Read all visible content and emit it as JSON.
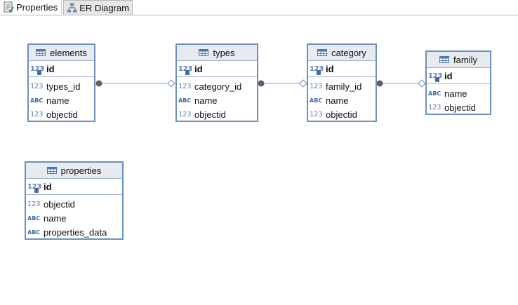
{
  "tabs": [
    {
      "label": "Properties",
      "icon": "properties-icon",
      "active": false
    },
    {
      "label": "ER Diagram",
      "icon": "er-diagram-icon",
      "active": true
    }
  ],
  "icons": {
    "table": "table-icon",
    "numeric": "numeric-type-icon",
    "text": "text-type-icon",
    "primary_key": "primary-key-icon"
  },
  "type_glyphs": {
    "numeric": "123",
    "text": "ABC"
  },
  "colors": {
    "entity_border": "#6f90b8",
    "entity_header": "#e7eaef",
    "connector": "#8aa3c2",
    "fk_dot": "#5a5f68"
  },
  "entities": {
    "elements": {
      "name": "elements",
      "pk": "id",
      "columns": [
        {
          "name": "types_id",
          "type": "numeric"
        },
        {
          "name": "name",
          "type": "text"
        },
        {
          "name": "objectid",
          "type": "numeric"
        }
      ]
    },
    "types": {
      "name": "types",
      "pk": "id",
      "columns": [
        {
          "name": "category_id",
          "type": "numeric"
        },
        {
          "name": "name",
          "type": "text"
        },
        {
          "name": "objectid",
          "type": "numeric"
        }
      ]
    },
    "category": {
      "name": "category",
      "pk": "id",
      "columns": [
        {
          "name": "family_id",
          "type": "numeric"
        },
        {
          "name": "name",
          "type": "text"
        },
        {
          "name": "objectid",
          "type": "numeric"
        }
      ]
    },
    "family": {
      "name": "family",
      "pk": "id",
      "columns": [
        {
          "name": "name",
          "type": "text"
        },
        {
          "name": "objectid",
          "type": "numeric"
        }
      ]
    },
    "properties": {
      "name": "properties",
      "pk": "id",
      "columns": [
        {
          "name": "objectid",
          "type": "numeric"
        },
        {
          "name": "name",
          "type": "text"
        },
        {
          "name": "properties_data",
          "type": "text"
        }
      ]
    }
  },
  "relationships": [
    {
      "from": "elements.types_id",
      "to": "types.id"
    },
    {
      "from": "types.category_id",
      "to": "category.id"
    },
    {
      "from": "category.family_id",
      "to": "family.id"
    }
  ]
}
